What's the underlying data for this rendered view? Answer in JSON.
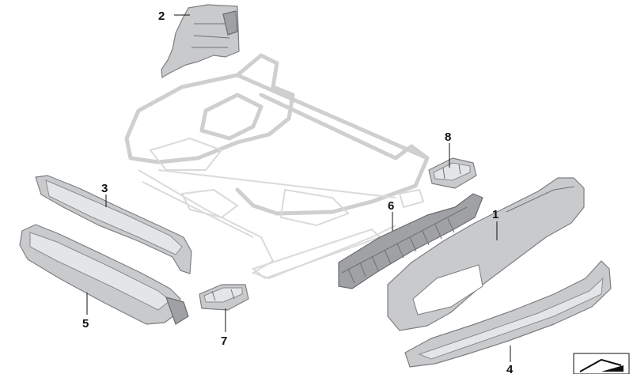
{
  "callouts": {
    "c1": "1",
    "c2": "2",
    "c3": "3",
    "c4": "4",
    "c5": "5",
    "c6": "6",
    "c7": "7",
    "c8": "8"
  },
  "colors": {
    "part_fill": "#c9cacc",
    "part_outline": "#7d7f83",
    "frame_ghost": "#cfcfcf",
    "callout_text": "#111111"
  },
  "icons": {
    "corner_symbol": "parts-catalog-corner-icon"
  }
}
